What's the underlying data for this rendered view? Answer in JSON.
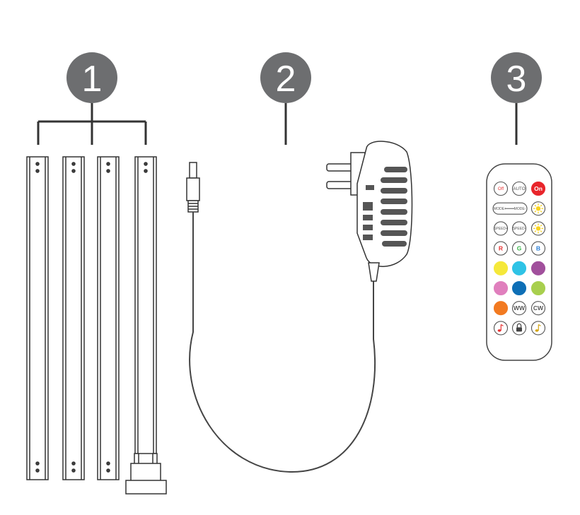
{
  "callouts": [
    {
      "number": "1",
      "color": "#6d6e70"
    },
    {
      "number": "2",
      "color": "#6d6e70"
    },
    {
      "number": "3",
      "color": "#6d6e70"
    }
  ],
  "remote": {
    "rows": [
      [
        {
          "label": "Off",
          "type": "text",
          "color": "#e63232"
        },
        {
          "label": "AUTO",
          "type": "text",
          "color": "#555555"
        },
        {
          "label": "On",
          "type": "fill",
          "color": "#e8252b",
          "text_color": "#ffffff"
        }
      ],
      [
        {
          "label": "MODE+",
          "type": "text"
        },
        {
          "label": "MODE-",
          "type": "text"
        },
        {
          "label": "",
          "type": "sun-icon",
          "color": "#f7d21e"
        }
      ],
      [
        {
          "label": "SPEED+",
          "type": "text"
        },
        {
          "label": "SPEED-",
          "type": "text"
        },
        {
          "label": "",
          "type": "sun-icon",
          "color": "#f7d21e"
        }
      ],
      [
        {
          "label": "R",
          "type": "text",
          "color": "#e63232"
        },
        {
          "label": "G",
          "type": "text",
          "color": "#3ab54a"
        },
        {
          "label": "B",
          "type": "text",
          "color": "#2b7fd6"
        }
      ],
      [
        {
          "label": "",
          "type": "fill",
          "color": "#f5e83a"
        },
        {
          "label": "",
          "type": "fill",
          "color": "#2fc3e6"
        },
        {
          "label": "",
          "type": "fill",
          "color": "#a1509c"
        }
      ],
      [
        {
          "label": "",
          "type": "fill",
          "color": "#e07fbd"
        },
        {
          "label": "",
          "type": "fill",
          "color": "#0e6fb6"
        },
        {
          "label": "",
          "type": "fill",
          "color": "#a8cf4e"
        }
      ],
      [
        {
          "label": "",
          "type": "fill",
          "color": "#f27a21"
        },
        {
          "label": "WW",
          "type": "text"
        },
        {
          "label": "CW",
          "type": "text"
        }
      ],
      [
        {
          "label": "",
          "type": "music-icon",
          "color": "#e63232"
        },
        {
          "label": "",
          "type": "lock-icon",
          "color": "#444444"
        },
        {
          "label": "",
          "type": "music-icon",
          "color": "#d4a514"
        }
      ]
    ]
  }
}
